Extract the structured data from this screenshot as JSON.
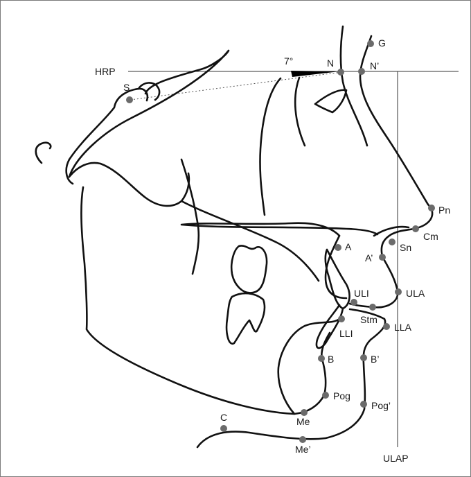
{
  "reference_lines": {
    "horizontal": "HRP",
    "vertical": "ULAP",
    "angle": "7°"
  },
  "landmarks": [
    {
      "id": "G",
      "label": "G"
    },
    {
      "id": "N",
      "label": "N"
    },
    {
      "id": "N_soft",
      "label": "N’"
    },
    {
      "id": "S",
      "label": "S"
    },
    {
      "id": "Pn",
      "label": "Pn"
    },
    {
      "id": "Cm",
      "label": "Cm"
    },
    {
      "id": "Sn",
      "label": "Sn"
    },
    {
      "id": "A",
      "label": "A"
    },
    {
      "id": "A_soft",
      "label": "A’"
    },
    {
      "id": "ULA",
      "label": "ULA"
    },
    {
      "id": "ULI",
      "label": "ULI"
    },
    {
      "id": "Stm",
      "label": "Stm"
    },
    {
      "id": "LLI",
      "label": "LLI"
    },
    {
      "id": "LLA",
      "label": "LLA"
    },
    {
      "id": "B",
      "label": "B"
    },
    {
      "id": "B_soft",
      "label": "B’"
    },
    {
      "id": "Pog",
      "label": "Pog"
    },
    {
      "id": "Pog_soft",
      "label": "Pog’"
    },
    {
      "id": "Me",
      "label": "Me"
    },
    {
      "id": "Me_soft",
      "label": "Me’"
    },
    {
      "id": "C",
      "label": "C"
    }
  ],
  "colors": {
    "trace": "#111111",
    "point": "#6b6b6b",
    "frame": "#7a7a7a"
  }
}
